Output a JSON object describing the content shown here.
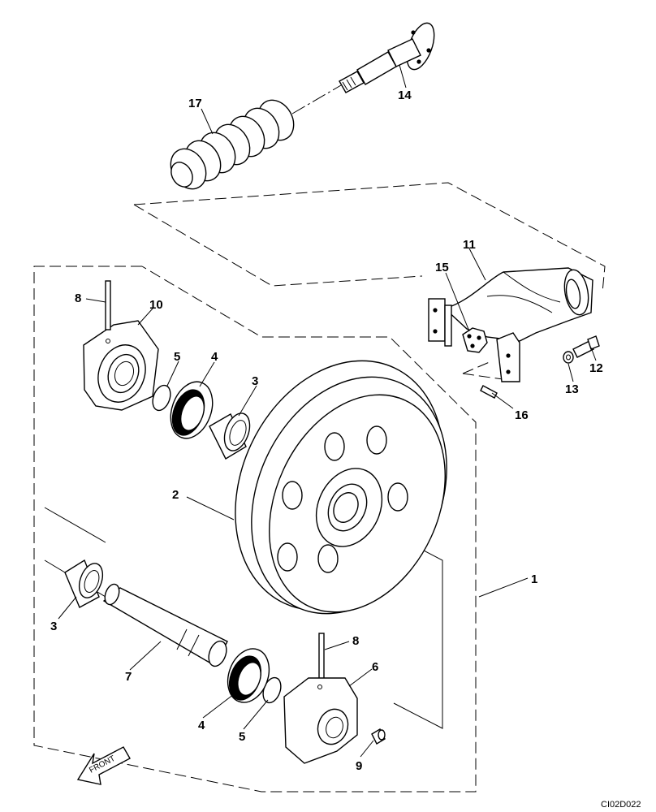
{
  "callouts": {
    "c1": "1",
    "c2": "2",
    "c3a": "3",
    "c3b": "3",
    "c4a": "4",
    "c4b": "4",
    "c5a": "5",
    "c5b": "5",
    "c6": "6",
    "c7": "7",
    "c8a": "8",
    "c8b": "8",
    "c9": "9",
    "c10": "10",
    "c11": "11",
    "c12": "12",
    "c13": "13",
    "c14": "14",
    "c15": "15",
    "c16": "16",
    "c17": "17"
  },
  "front_label": "FRONT",
  "drawing_code": "CI02D022"
}
